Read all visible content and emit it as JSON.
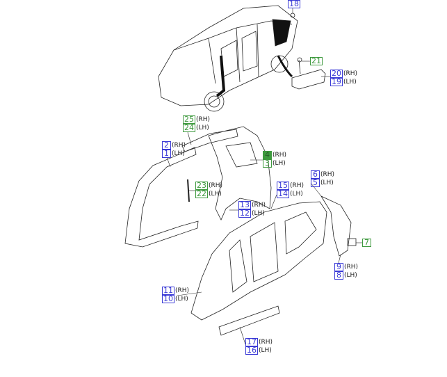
{
  "colors": {
    "blue_callout": "#3b3bd6",
    "green_callout": "#3f9a3f",
    "highlight": "#3f9a3f"
  },
  "callouts": [
    {
      "id": "c18",
      "color": "blue",
      "rows": [
        {
          "num": "18",
          "side": ""
        }
      ]
    },
    {
      "id": "c21",
      "color": "green",
      "rows": [
        {
          "num": "21",
          "side": ""
        }
      ]
    },
    {
      "id": "c20",
      "color": "blue",
      "rows": [
        {
          "num": "20",
          "side": "(RH)"
        },
        {
          "num": "19",
          "side": "(LH)"
        }
      ]
    },
    {
      "id": "c25",
      "color": "green",
      "rows": [
        {
          "num": "25",
          "side": "(RH)"
        },
        {
          "num": "24",
          "side": "(LH)"
        }
      ]
    },
    {
      "id": "c2",
      "color": "blue",
      "rows": [
        {
          "num": "2",
          "side": "(RH)"
        },
        {
          "num": "1",
          "side": "(LH)"
        }
      ]
    },
    {
      "id": "c4",
      "color": "green",
      "highlighted": "4",
      "rows": [
        {
          "num": "4",
          "side": "(RH)"
        },
        {
          "num": "3",
          "side": "(LH)"
        }
      ]
    },
    {
      "id": "c23",
      "color": "green",
      "rows": [
        {
          "num": "23",
          "side": "(RH)"
        },
        {
          "num": "22",
          "side": "(LH)"
        }
      ]
    },
    {
      "id": "c15",
      "color": "blue",
      "rows": [
        {
          "num": "15",
          "side": "(RH)"
        },
        {
          "num": "14",
          "side": "(LH)"
        }
      ]
    },
    {
      "id": "c6",
      "color": "blue",
      "rows": [
        {
          "num": "6",
          "side": "(RH)"
        },
        {
          "num": "5",
          "side": "(LH)"
        }
      ]
    },
    {
      "id": "c13",
      "color": "blue",
      "rows": [
        {
          "num": "13",
          "side": "(RH)"
        },
        {
          "num": "12",
          "side": "(LH)"
        }
      ]
    },
    {
      "id": "c7",
      "color": "green",
      "rows": [
        {
          "num": "7",
          "side": ""
        }
      ]
    },
    {
      "id": "c9",
      "color": "blue",
      "rows": [
        {
          "num": "9",
          "side": "(RH)"
        },
        {
          "num": "8",
          "side": "(LH)"
        }
      ]
    },
    {
      "id": "c11",
      "color": "blue",
      "rows": [
        {
          "num": "11",
          "side": "(RH)"
        },
        {
          "num": "10",
          "side": "(LH)"
        }
      ]
    },
    {
      "id": "c17",
      "color": "blue",
      "rows": [
        {
          "num": "17",
          "side": "(RH)"
        },
        {
          "num": "16",
          "side": "(LH)"
        }
      ]
    }
  ]
}
